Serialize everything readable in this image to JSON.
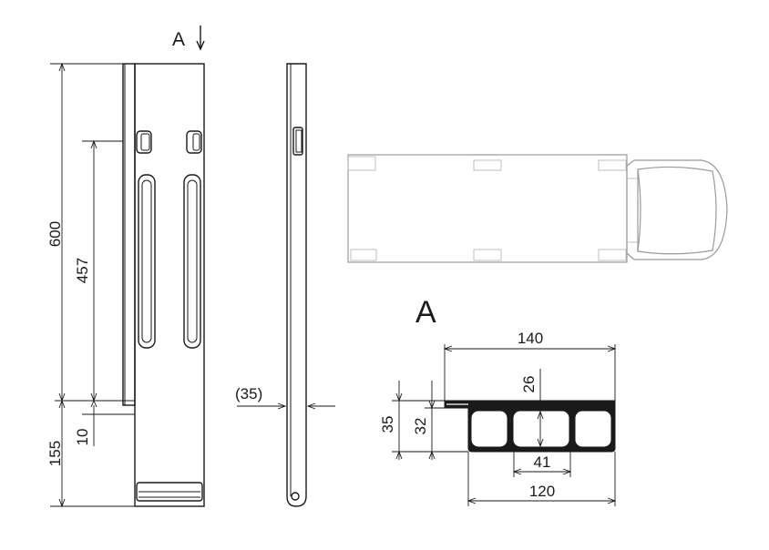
{
  "drawing": {
    "view_marker": "A",
    "section_label": "A",
    "front_view": {
      "dim_height_total": "600",
      "dim_height_inner": "457",
      "dim_bottom": "155",
      "dim_small": "10"
    },
    "side_view": {
      "dim_offset": "(35)"
    },
    "section_view": {
      "dim_top_width": "140",
      "dim_inner_height": "26",
      "dim_outer_height": "35",
      "dim_mid_height": "32",
      "dim_cell_width": "41",
      "dim_bottom_width": "120"
    },
    "colors": {
      "line": "#1a1a1a",
      "vehicle_outline": "#9a9a9a",
      "highlight": "#e0262a"
    }
  }
}
